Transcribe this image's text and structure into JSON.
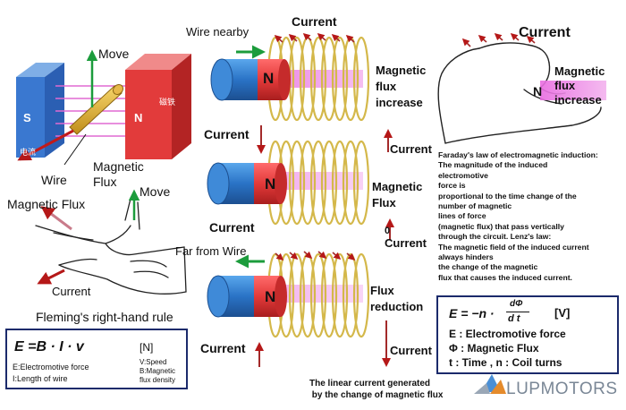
{
  "generator": {
    "move_top": "Move",
    "magnet_s": "S",
    "magnet_n": "N",
    "magnet_cn": "磁铁",
    "current_cn": "电流",
    "wire": "Wire",
    "magnetic_flux": "Magnetic\nFlux",
    "move_mid": "Move"
  },
  "hand_left": {
    "magnetic_flux": "Magnetic Flux",
    "current": "Current",
    "rule_title": "Fleming's right-hand rule"
  },
  "formula_left": {
    "equation": "E =B · I · v",
    "unit": "[N]",
    "e_def": "E:Electromotive force",
    "i_def": "I:Length of wire",
    "v_def": "V:Speed",
    "b_def": "B:Magnetic flux density"
  },
  "coils": {
    "wire_nearby": "Wire nearby",
    "current_top": "Current",
    "current_l1": "Current",
    "current_l2": "Current",
    "far_from_wire": "Far from Wire",
    "current_l3": "Current",
    "n_label": "N",
    "flux_increase": "Magnetic\nflux\nincrease",
    "current_r1": "Current",
    "magnetic_flux_mid": "Magnetic\nFlux",
    "zero": "0",
    "current_r2": "Current",
    "flux_reduction": "Flux\nreduction",
    "current_r3": "Current"
  },
  "hand_right": {
    "current": "Current",
    "n_label": "N",
    "flux_increase": "Magnetic\nflux\nincrease"
  },
  "faraday_text": [
    "Faraday's law of electromagnetic induction:",
    "The magnitude of the induced",
    "electromotive",
    "force is",
    " proportional to the time change of the",
    "  number of magnetic",
    " lines of force",
    "(magnetic flux) that pass vertically",
    " through the circuit. Lenz's law:",
    " The magnetic field of the induced current",
    "  always hinders",
    " the change of the magnetic",
    " flux that causes the induced current."
  ],
  "formula_right": {
    "eq_lhs": "E = −n ·",
    "eq_num": "dΦ",
    "eq_den": "d t",
    "unit": "[V]",
    "e_def": "E : Electromotive force",
    "phi_def": "Φ : Magnetic Flux",
    "t_def": "t : Time ,  n : Coil turns"
  },
  "caption": "The linear current generated\n by the change of magnetic flux",
  "logo": {
    "text": "LUPMOTORS"
  },
  "colors": {
    "navy": "#1b2a6b",
    "coil": "#d4b84a",
    "magnet_red": "#e23b3b",
    "magnet_blue": "#2f73c8",
    "field": "#e35fd2",
    "arrow_red": "#b51818",
    "arrow_green": "#1c9c3c"
  }
}
